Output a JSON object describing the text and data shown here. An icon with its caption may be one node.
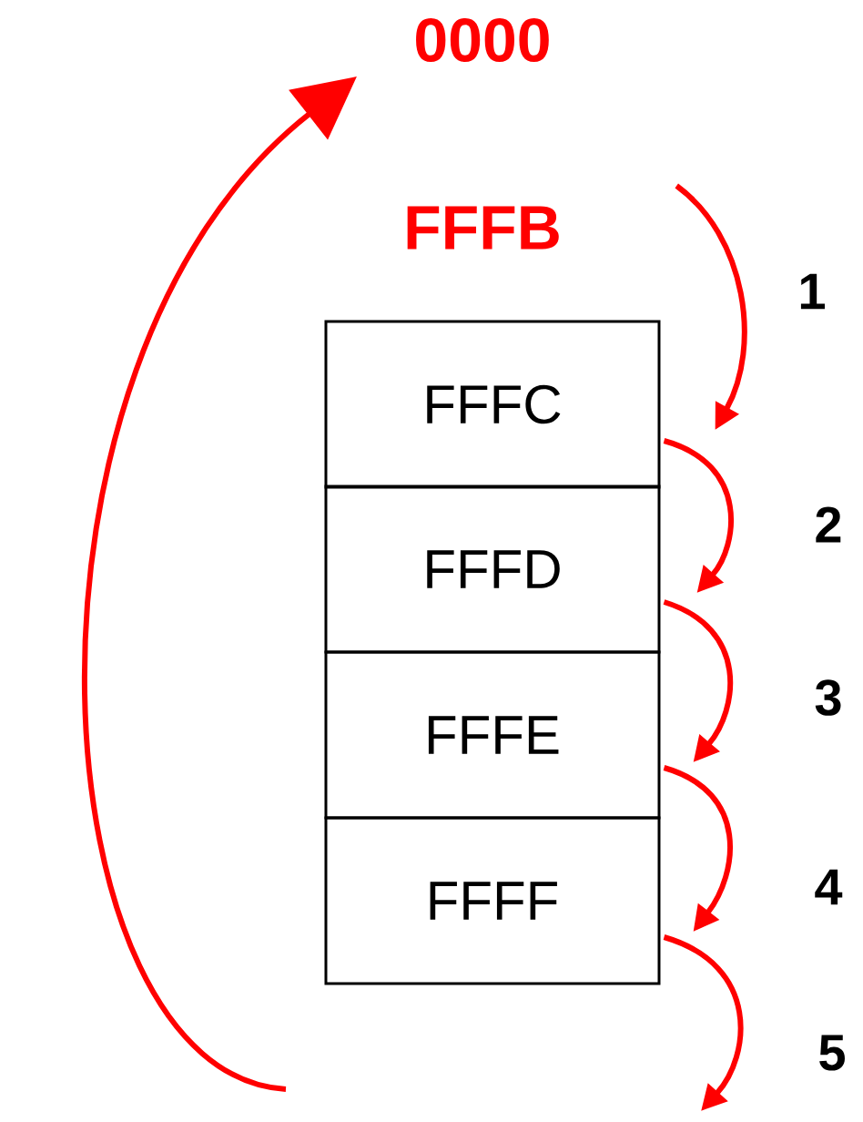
{
  "diagram": {
    "nodes": [
      {
        "text": [
          "0000"
        ]
      },
      {
        "text": [
          "FFFB"
        ]
      },
      {
        "text": [
          "FFFC"
        ]
      },
      {
        "text": [
          "FFFD"
        ]
      },
      {
        "text": [
          "FFFE"
        ]
      },
      {
        "text": [
          "FFFF"
        ]
      }
    ],
    "edges": [
      {
        "from": 1,
        "to": 2,
        "arrow": "to",
        "label": "1"
      },
      {
        "from": 2,
        "to": 3,
        "arrow": "to",
        "label": "2"
      },
      {
        "from": 3,
        "to": 4,
        "arrow": "to",
        "label": "3"
      },
      {
        "from": 4,
        "to": 5,
        "arrow": "to",
        "label": "4"
      },
      {
        "from": 5,
        "to": null,
        "arrow": "to",
        "label": "5"
      },
      {
        "from": null,
        "to": 0,
        "arrow": "to"
      }
    ]
  }
}
